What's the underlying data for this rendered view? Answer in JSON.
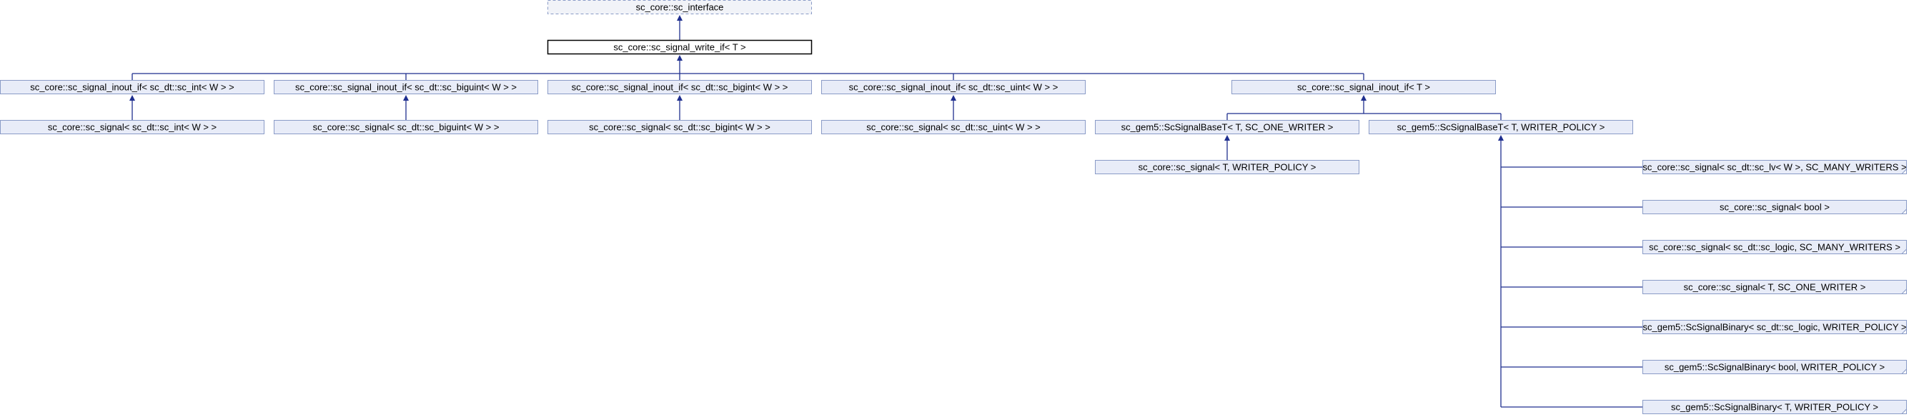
{
  "diagram": {
    "nodes": [
      {
        "id": "sc_interface",
        "label": "sc_core::sc_interface",
        "style": "external"
      },
      {
        "id": "write_if",
        "label": "sc_core::sc_signal_write_if< T >",
        "style": "current"
      },
      {
        "id": "inout_int",
        "label": "sc_core::sc_signal_inout_if< sc_dt::sc_int< W > >",
        "style": "normal"
      },
      {
        "id": "inout_biguint",
        "label": "sc_core::sc_signal_inout_if< sc_dt::sc_biguint< W > >",
        "style": "normal"
      },
      {
        "id": "inout_bigint",
        "label": "sc_core::sc_signal_inout_if< sc_dt::sc_bigint< W > >",
        "style": "normal"
      },
      {
        "id": "inout_uint",
        "label": "sc_core::sc_signal_inout_if< sc_dt::sc_uint< W > >",
        "style": "normal"
      },
      {
        "id": "inout_T",
        "label": "sc_core::sc_signal_inout_if< T >",
        "style": "normal"
      },
      {
        "id": "sig_int",
        "label": "sc_core::sc_signal< sc_dt::sc_int< W > >",
        "style": "normal"
      },
      {
        "id": "sig_biguint",
        "label": "sc_core::sc_signal< sc_dt::sc_biguint< W > >",
        "style": "normal"
      },
      {
        "id": "sig_bigint",
        "label": "sc_core::sc_signal< sc_dt::sc_bigint< W > >",
        "style": "normal"
      },
      {
        "id": "sig_uint",
        "label": "sc_core::sc_signal< sc_dt::sc_uint< W > >",
        "style": "normal"
      },
      {
        "id": "base_one",
        "label": "sc_gem5::ScSignalBaseT< T, SC_ONE_WRITER >",
        "style": "normal"
      },
      {
        "id": "base_policy",
        "label": "sc_gem5::ScSignalBaseT< T, WRITER_POLICY >",
        "style": "normal"
      },
      {
        "id": "sig_T_policy",
        "label": "sc_core::sc_signal< T, WRITER_POLICY >",
        "style": "normal"
      },
      {
        "id": "sig_lv",
        "label": "sc_core::sc_signal< sc_dt::sc_lv< W >, SC_MANY_WRITERS >",
        "style": "folded"
      },
      {
        "id": "sig_bool",
        "label": "sc_core::sc_signal< bool >",
        "style": "folded"
      },
      {
        "id": "sig_logic",
        "label": "sc_core::sc_signal< sc_dt::sc_logic, SC_MANY_WRITERS >",
        "style": "folded"
      },
      {
        "id": "sig_T_one",
        "label": "sc_core::sc_signal< T, SC_ONE_WRITER >",
        "style": "folded"
      },
      {
        "id": "bin_logic",
        "label": "sc_gem5::ScSignalBinary< sc_dt::sc_logic, WRITER_POLICY >",
        "style": "folded"
      },
      {
        "id": "bin_bool",
        "label": "sc_gem5::ScSignalBinary< bool, WRITER_POLICY >",
        "style": "folded"
      },
      {
        "id": "bin_T",
        "label": "sc_gem5::ScSignalBinary< T, WRITER_POLICY >",
        "style": "folded"
      }
    ],
    "edges": [
      {
        "from": "write_if",
        "to": "sc_interface"
      },
      {
        "from": "inout_int",
        "to": "write_if"
      },
      {
        "from": "inout_biguint",
        "to": "write_if"
      },
      {
        "from": "inout_bigint",
        "to": "write_if"
      },
      {
        "from": "inout_uint",
        "to": "write_if"
      },
      {
        "from": "inout_T",
        "to": "write_if"
      },
      {
        "from": "sig_int",
        "to": "inout_int"
      },
      {
        "from": "sig_biguint",
        "to": "inout_biguint"
      },
      {
        "from": "sig_bigint",
        "to": "inout_bigint"
      },
      {
        "from": "sig_uint",
        "to": "inout_uint"
      },
      {
        "from": "base_one",
        "to": "inout_T"
      },
      {
        "from": "base_policy",
        "to": "inout_T"
      },
      {
        "from": "sig_T_policy",
        "to": "base_one"
      },
      {
        "from": "sig_lv",
        "to": "base_policy"
      },
      {
        "from": "sig_bool",
        "to": "base_policy"
      },
      {
        "from": "sig_logic",
        "to": "base_policy"
      },
      {
        "from": "sig_T_one",
        "to": "base_policy"
      },
      {
        "from": "bin_logic",
        "to": "base_policy"
      },
      {
        "from": "bin_bool",
        "to": "base_policy"
      },
      {
        "from": "bin_T",
        "to": "base_policy"
      }
    ]
  }
}
